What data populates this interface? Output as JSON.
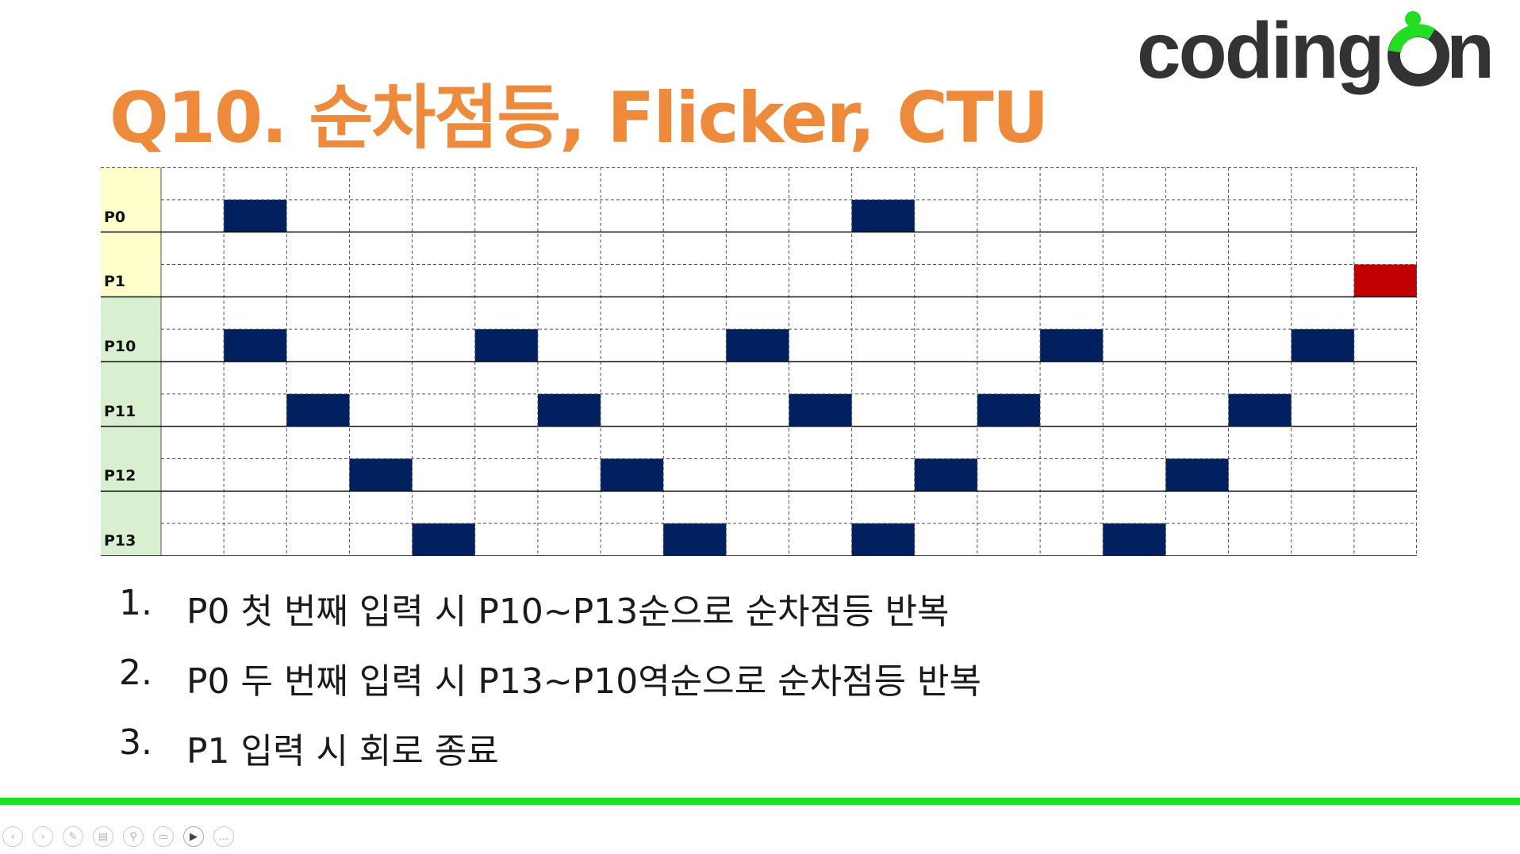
{
  "slide": {
    "title": "Q10. 순차점등, Flicker, CTU",
    "logo_text": "codingOn",
    "logo_pre": "coding",
    "logo_dot_letter": "O",
    "logo_post": "n",
    "logo_colors": {
      "text": "#333333",
      "accent": "#22dd22"
    },
    "accent_color": "#ee8a3c",
    "footer_line_color": "#1fe01f"
  },
  "timing": {
    "columns": 20,
    "rows": [
      {
        "label": "P0",
        "label_bg": "#ffffcc",
        "on": [
          1,
          11
        ]
      },
      {
        "label": "P1",
        "label_bg": "#ffffcc",
        "on": [
          19
        ],
        "color": "#c00000"
      },
      {
        "label": "P10",
        "label_bg": "#d8f0d0",
        "on": [
          1,
          5,
          9,
          14,
          18
        ]
      },
      {
        "label": "P11",
        "label_bg": "#d8f0d0",
        "on": [
          2,
          6,
          10,
          13,
          17
        ]
      },
      {
        "label": "P12",
        "label_bg": "#d8f0d0",
        "on": [
          3,
          7,
          12,
          16
        ]
      },
      {
        "label": "P13",
        "label_bg": "#d8f0d0",
        "on": [
          4,
          8,
          11,
          15
        ]
      }
    ],
    "on_color": "#002060"
  },
  "steps": [
    {
      "num": "1.",
      "text": "P0 첫 번째 입력 시 P10~P13순으로 순차점등 반복"
    },
    {
      "num": "2.",
      "text": "P0 두 번째 입력 시 P13~P10역순으로 순차점등 반복"
    },
    {
      "num": "3.",
      "text": "P1 입력 시 회로 종료"
    }
  ],
  "controls": [
    {
      "icon": "prev-icon",
      "glyph": "‹"
    },
    {
      "icon": "next-icon",
      "glyph": "›"
    },
    {
      "icon": "pen-icon",
      "glyph": "✎"
    },
    {
      "icon": "slides-icon",
      "glyph": "▤"
    },
    {
      "icon": "zoom-icon",
      "glyph": "⚲"
    },
    {
      "icon": "subtitles-icon",
      "glyph": "▭"
    },
    {
      "icon": "camera-icon",
      "glyph": "▶"
    },
    {
      "icon": "more-icon",
      "glyph": "…"
    }
  ]
}
